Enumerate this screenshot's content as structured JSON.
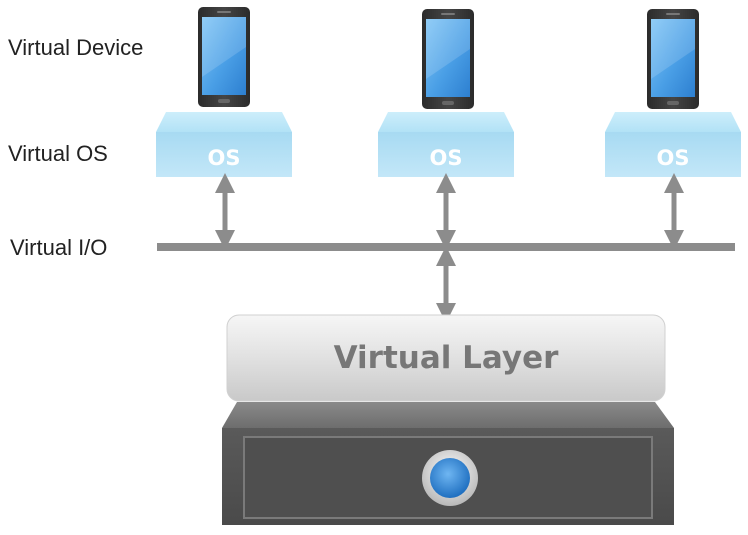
{
  "labels": {
    "device": "Virtual Device",
    "os": "Virtual OS",
    "io": "Virtual I/O"
  },
  "os_boxes": [
    {
      "label": "OS"
    },
    {
      "label": "OS"
    },
    {
      "label": "OS"
    }
  ],
  "virtual_layer": {
    "label": "Virtual Layer"
  },
  "icons": {
    "device": "smartphone-icon",
    "os": "os-block-icon",
    "hardware": "server-icon"
  },
  "colors": {
    "os_block": "#a9dbf2",
    "os_text": "#ffffff",
    "arrow": "#8c8c8c",
    "bus": "#8c8c8c",
    "layer_text": "#777777",
    "server": "#5a5a5a",
    "server_button": "#2f7fd0"
  }
}
